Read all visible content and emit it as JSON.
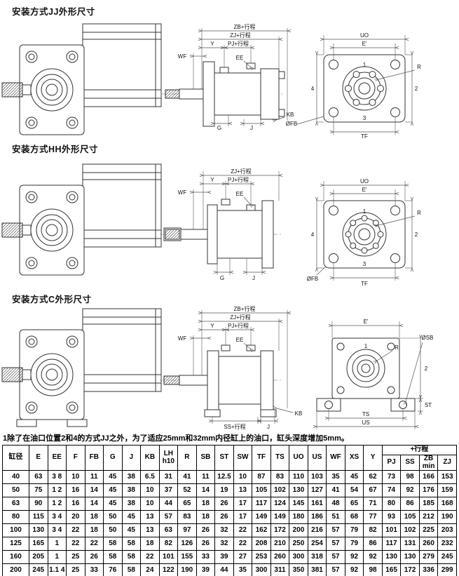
{
  "sections": [
    {
      "heading": "安装方式JJ外形尺寸",
      "labels": {
        "zb": "ZB+行程",
        "zj": "ZJ+行程",
        "y": "Y",
        "pj": "PJ+行程",
        "wf": "WF",
        "ee": "EE",
        "g": "G",
        "j": "J",
        "kb": "KB",
        "fb": "ØFB",
        "uo": "UO",
        "e": "E'",
        "p1": "1",
        "p2": "2",
        "p3": "3",
        "p4": "4",
        "r": "R",
        "tf": "TF"
      }
    },
    {
      "heading": "安装方式HH外形尺寸",
      "labels": {
        "zj": "ZJ+行程",
        "y": "Y",
        "pj": "PJ+行程",
        "wf": "WF",
        "ee": "EE",
        "g": "G",
        "j": "J",
        "fb": "ØFB",
        "uo": "UO",
        "e": "E'",
        "p1": "1",
        "p2": "2",
        "p3": "3",
        "p4": "4",
        "r": "R",
        "tf": "TF"
      }
    },
    {
      "heading": "安装方式C外形尺寸",
      "labels": {
        "zb": "ZB+行程",
        "zj": "ZJ+行程",
        "y": "Y",
        "pj": "PJ+行程",
        "wf": "WF",
        "ee": "EE",
        "ss": "SS+行程",
        "j": "J",
        "kb": "KB",
        "e": "E'",
        "p1": "1",
        "p2": "2",
        "sb": "ØSB",
        "st": "ST",
        "ts": "TS",
        "us": "US",
        "r": "R"
      }
    }
  ],
  "note": "1除了在油口位置2和4的方式JJ之外，为了适应25mm和32mm内径缸上的油口，缸头深度增加5mm。",
  "table": {
    "headers": [
      "缸径",
      "E",
      "EE",
      "F",
      "FB",
      "G",
      "J",
      "KB",
      "LH|h10",
      "R",
      "SB",
      "ST",
      "SW",
      "TF",
      "TS",
      "UO",
      "US",
      "WF",
      "XS",
      "Y"
    ],
    "group": {
      "label": "+行程",
      "sub": [
        "PJ",
        "SS",
        "ZB|min",
        "ZJ"
      ]
    },
    "rows": [
      [
        "40",
        "63",
        "3 8",
        "10",
        "11",
        "45",
        "38",
        "6.5",
        "31",
        "41",
        "11",
        "12.5",
        "10",
        "87",
        "83",
        "110",
        "103",
        "35",
        "45",
        "62",
        "73",
        "98",
        "166",
        "153"
      ],
      [
        "50",
        "75",
        "1 2",
        "16",
        "14",
        "45",
        "38",
        "10",
        "37",
        "52",
        "14",
        "19",
        "13",
        "105",
        "102",
        "130",
        "127",
        "41",
        "54",
        "67",
        "74",
        "92",
        "176",
        "159"
      ],
      [
        "63",
        "90",
        "1 2",
        "16",
        "14",
        "45",
        "38",
        "10",
        "44",
        "65",
        "18",
        "26",
        "17",
        "117",
        "124",
        "145",
        "161",
        "48",
        "65",
        "71",
        "80",
        "86",
        "185",
        "168"
      ],
      [
        "80",
        "115",
        "3 4",
        "20",
        "18",
        "50",
        "45",
        "13",
        "57",
        "83",
        "18",
        "26",
        "17",
        "149",
        "149",
        "180",
        "186",
        "51",
        "68",
        "77",
        "93",
        "105",
        "212",
        "190"
      ],
      [
        "100",
        "130",
        "3 4",
        "22",
        "18",
        "50",
        "45",
        "13",
        "63",
        "97",
        "26",
        "32",
        "22",
        "162",
        "172",
        "200",
        "216",
        "57",
        "79",
        "82",
        "101",
        "102",
        "225",
        "203"
      ],
      [
        "125",
        "165",
        "1",
        "22",
        "22",
        "58",
        "58",
        "18",
        "82",
        "126",
        "26",
        "32",
        "22",
        "208",
        "210",
        "250",
        "254",
        "57",
        "79",
        "86",
        "117",
        "131",
        "260",
        "232"
      ],
      [
        "160",
        "205",
        "1",
        "25",
        "26",
        "58",
        "58",
        "22",
        "101",
        "155",
        "33",
        "39",
        "27",
        "253",
        "260",
        "300",
        "318",
        "57",
        "92",
        "92",
        "130",
        "130",
        "279",
        "245"
      ],
      [
        "200",
        "245",
        "1.1 4",
        "25",
        "33",
        "76",
        "58",
        "24",
        "122",
        "190",
        "39",
        "44",
        "35",
        "300",
        "311",
        "350",
        "381",
        "57",
        "92",
        "98",
        "165",
        "172",
        "336",
        "299"
      ]
    ]
  }
}
